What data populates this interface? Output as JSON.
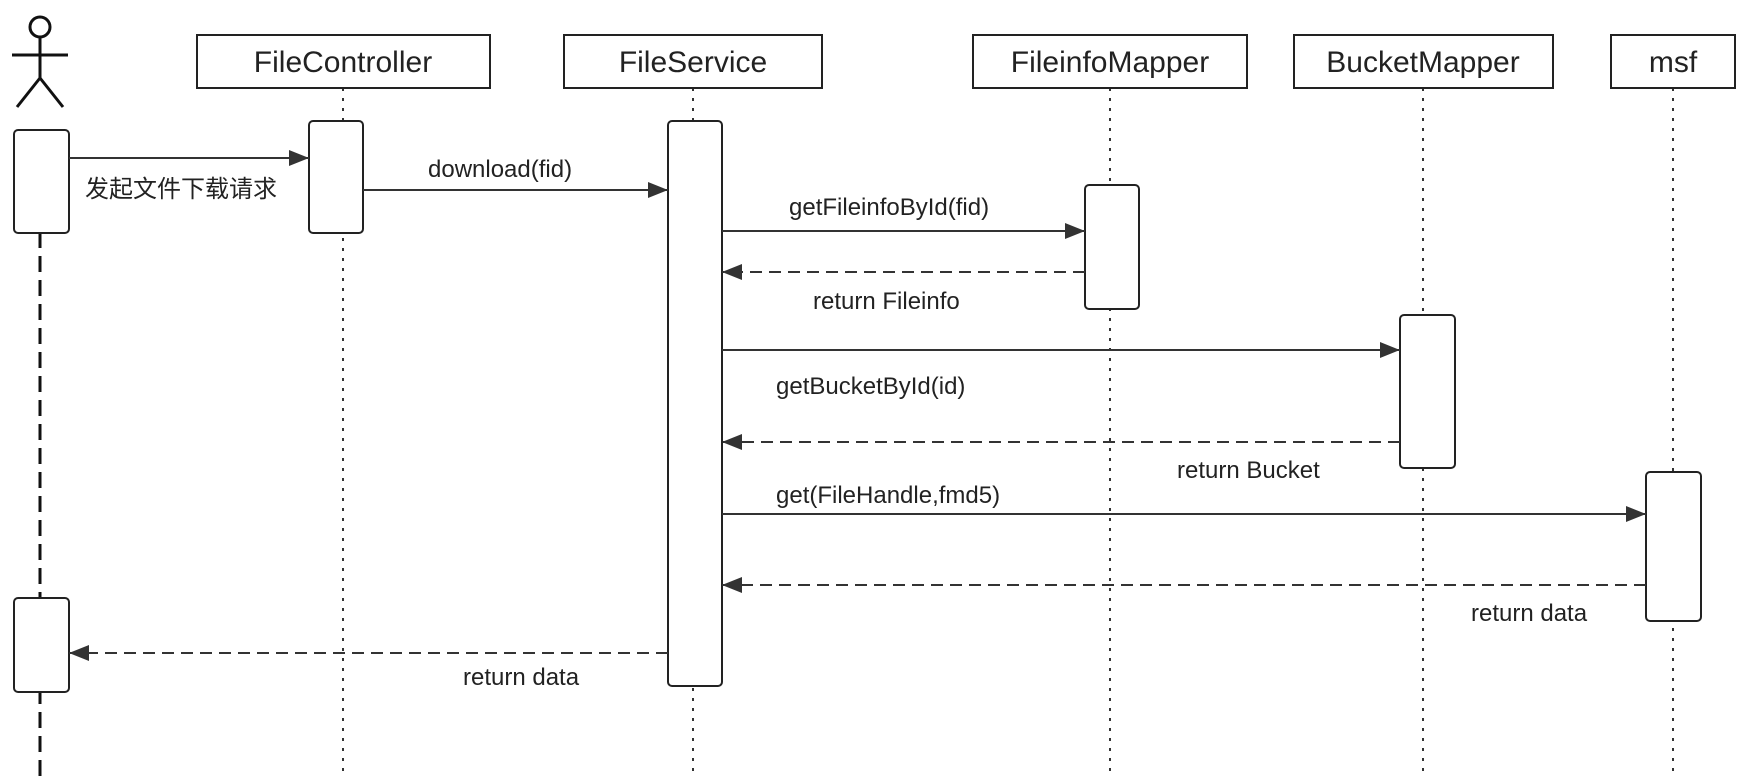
{
  "participants": [
    {
      "id": "actor",
      "label": ""
    },
    {
      "id": "controller",
      "label": "FileController"
    },
    {
      "id": "service",
      "label": "FileService"
    },
    {
      "id": "fileinfo",
      "label": "FileinfoMapper"
    },
    {
      "id": "bucket",
      "label": "BucketMapper"
    },
    {
      "id": "msf",
      "label": "msf"
    }
  ],
  "messages": [
    {
      "id": "m1",
      "from": "actor",
      "to": "controller",
      "label": "发起文件下载请求",
      "style": "sync"
    },
    {
      "id": "m2",
      "from": "controller",
      "to": "service",
      "label": "download(fid)",
      "style": "sync"
    },
    {
      "id": "m3",
      "from": "service",
      "to": "fileinfo",
      "label": "getFileinfoById(fid)",
      "style": "sync"
    },
    {
      "id": "m4",
      "from": "fileinfo",
      "to": "service",
      "label": "return Fileinfo",
      "style": "return"
    },
    {
      "id": "m5",
      "from": "service",
      "to": "bucket",
      "label": "getBucketById(id)",
      "style": "sync"
    },
    {
      "id": "m6",
      "from": "bucket",
      "to": "service",
      "label": "return Bucket",
      "style": "return"
    },
    {
      "id": "m7",
      "from": "service",
      "to": "msf",
      "label": "get(FileHandle,fmd5)",
      "style": "sync"
    },
    {
      "id": "m8",
      "from": "msf",
      "to": "service",
      "label": "return data",
      "style": "return"
    },
    {
      "id": "m9",
      "from": "service",
      "to": "actor",
      "label": "return data",
      "style": "return"
    }
  ]
}
